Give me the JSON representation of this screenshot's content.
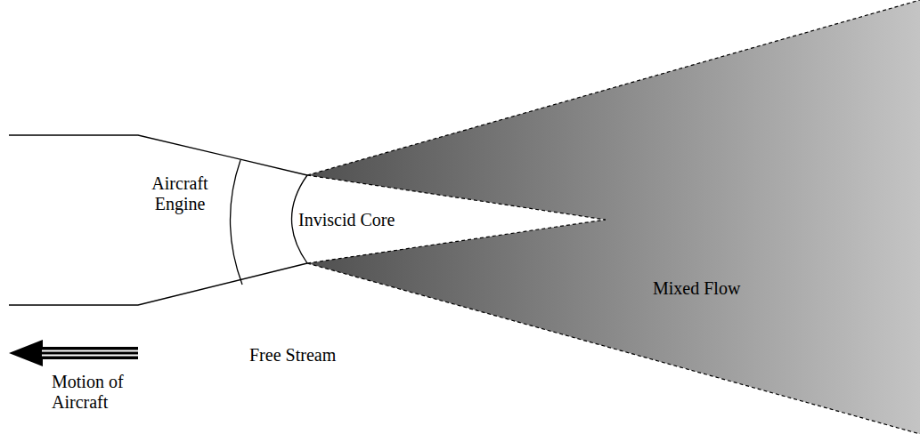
{
  "diagram": {
    "nodes": [
      {
        "text": [
          "Aircraft Engine"
        ]
      },
      {
        "text": [
          "Inviscid Core"
        ]
      },
      {
        "text": [
          "Mixed Flow"
        ]
      }
    ],
    "labels": [
      "Free Stream",
      "Motion of Aircraft"
    ]
  }
}
